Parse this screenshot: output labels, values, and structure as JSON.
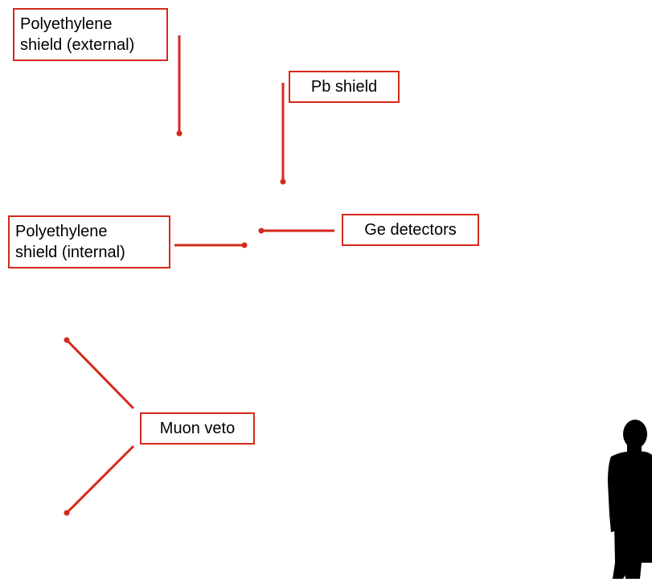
{
  "labels": {
    "poly_external": "Polyethylene shield (external)",
    "poly_external_line1": "Polyethylene",
    "poly_external_line2": "shield (external)",
    "pb_shield": "Pb shield",
    "poly_internal_line1": "Polyethylene",
    "poly_internal_line2": "shield (internal)",
    "ge_detectors": "Ge detectors",
    "muon_veto": "Muon veto"
  },
  "colors": {
    "leader": "#d42a1c",
    "box_border": "#d42a1c",
    "text": "#000000",
    "silhouette": "#000000",
    "background": "#ffffff"
  },
  "icons": {
    "human_scale": "human-silhouette-icon"
  }
}
